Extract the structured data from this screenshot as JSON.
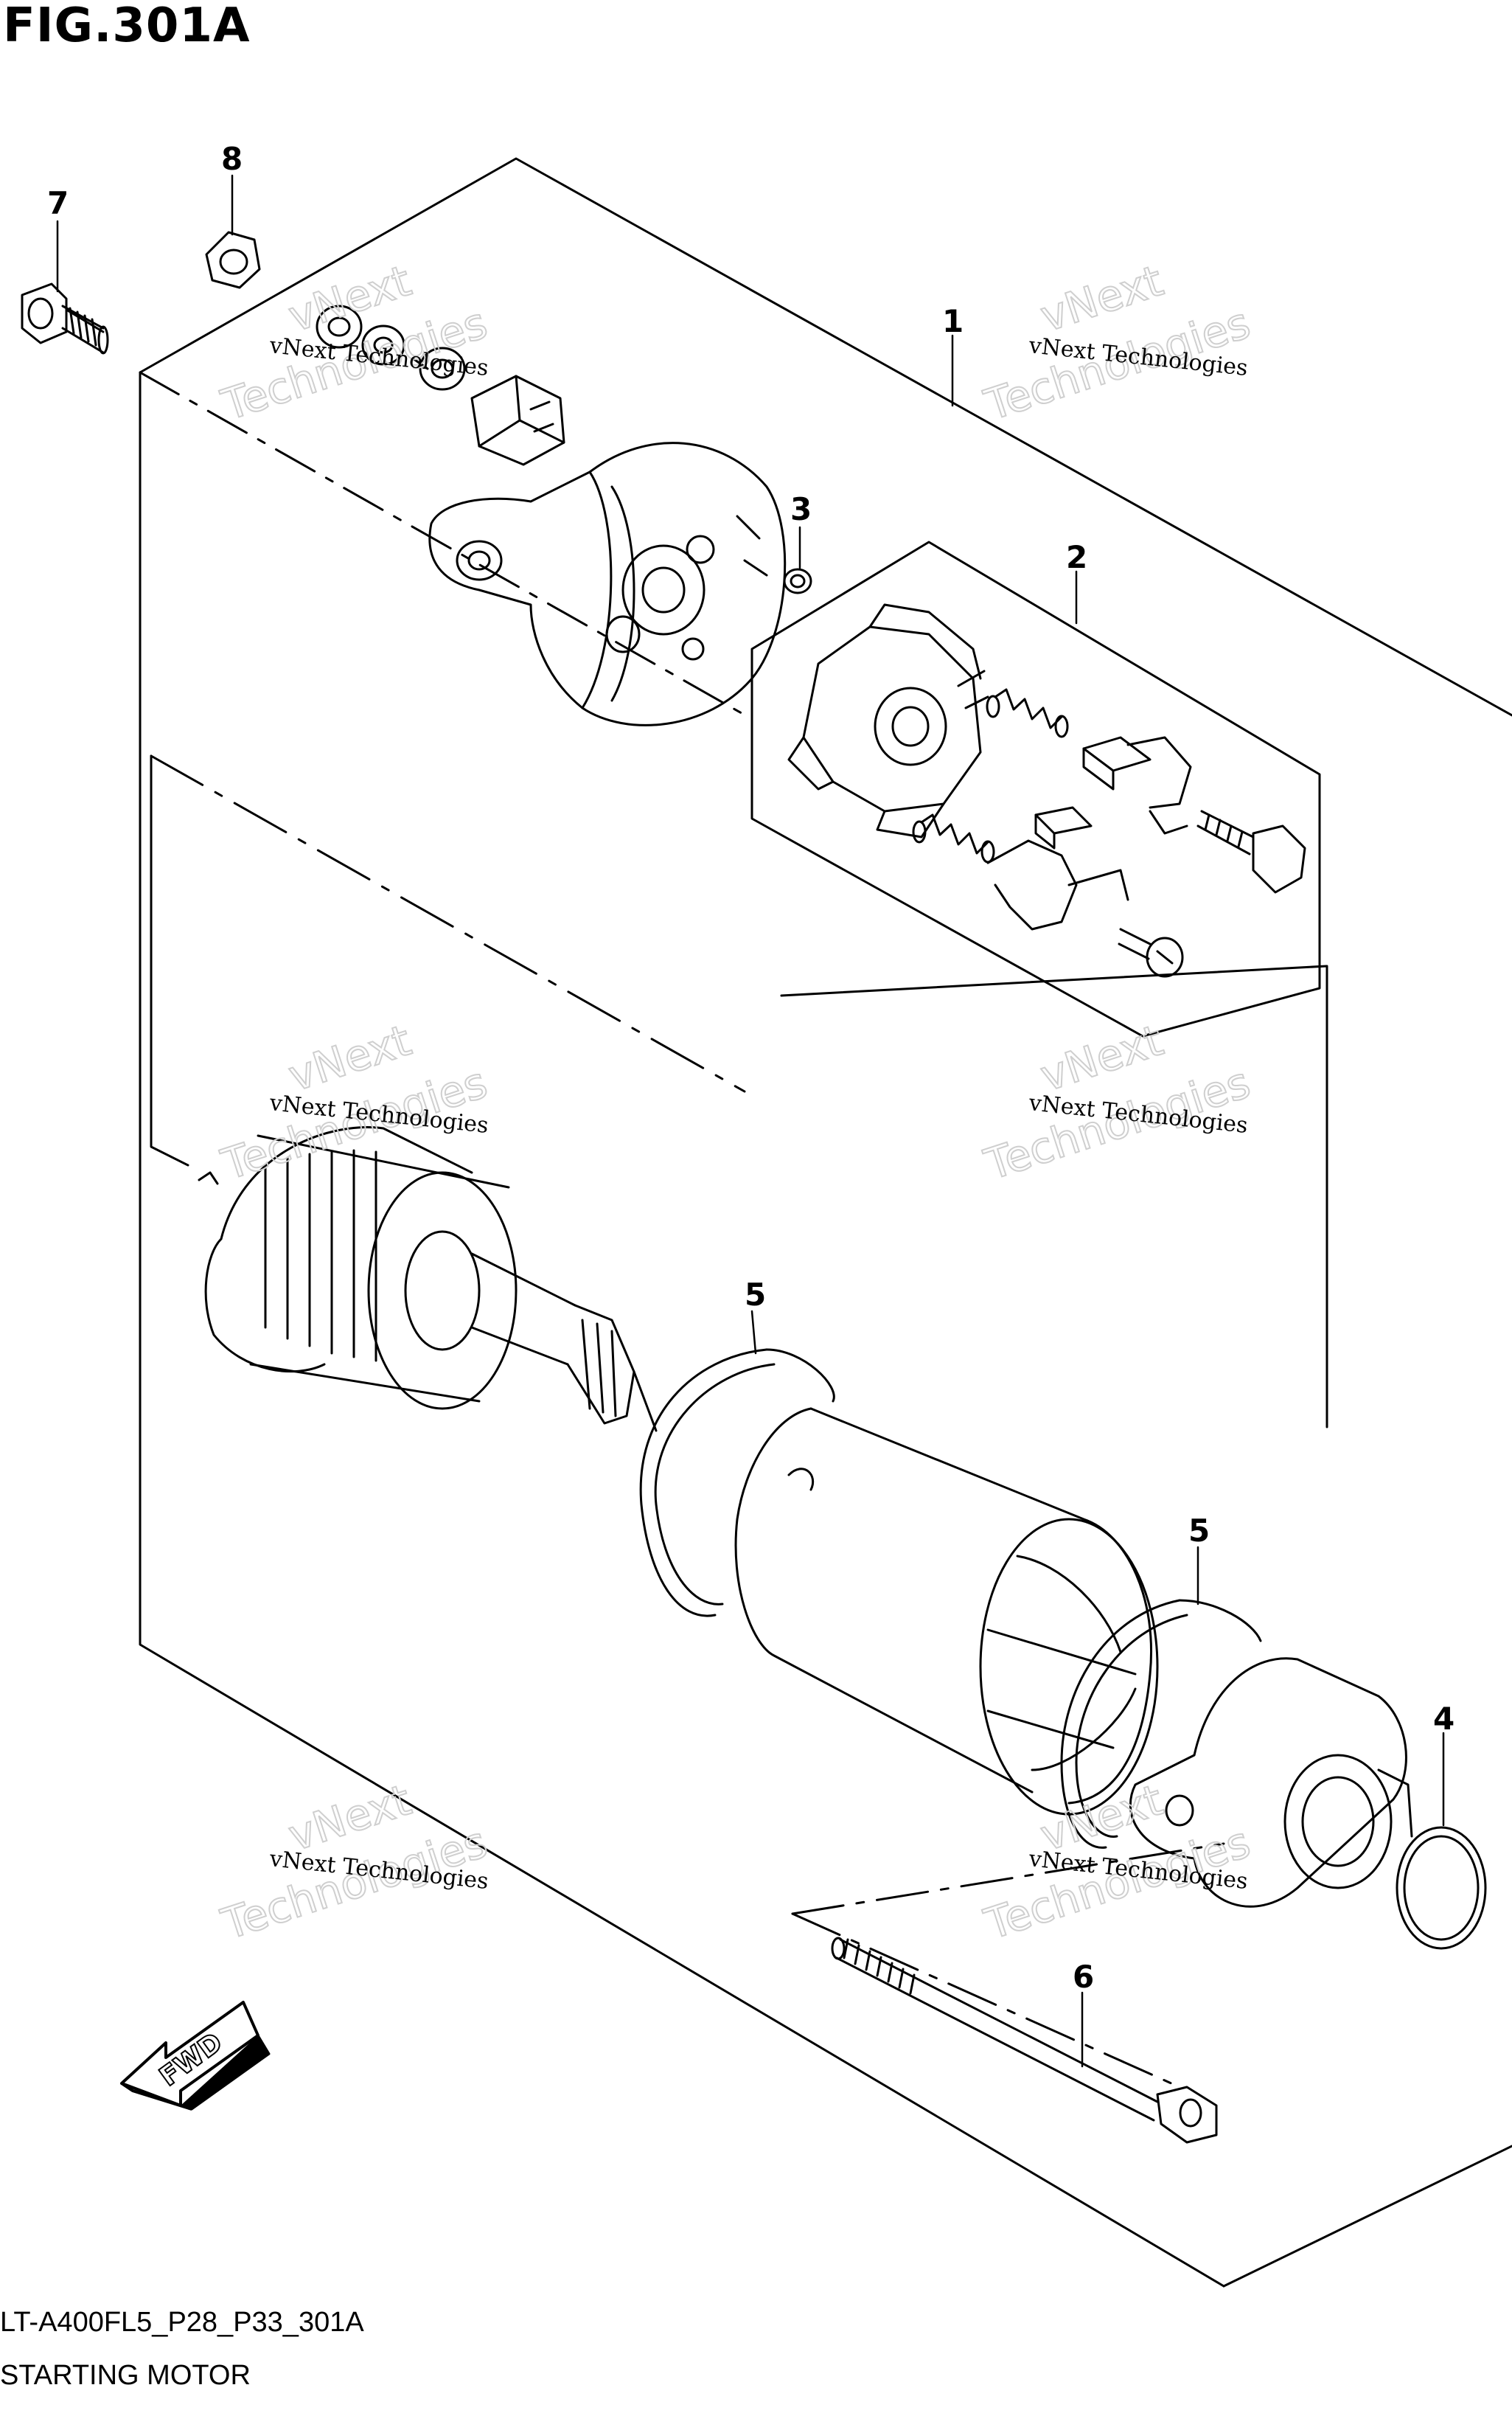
{
  "figure": {
    "title": "FIG.301A",
    "drawing_code": "LT-A400FL5_P28_P33_301A",
    "section_name": "STARTING MOTOR"
  },
  "callouts": {
    "c1": "1",
    "c2": "2",
    "c3": "3",
    "c4": "4",
    "c5a": "5",
    "c5b": "5",
    "c6": "6",
    "c7": "7",
    "c8": "8"
  },
  "watermark": {
    "line1": "vNext Technologies",
    "line2": "vNext",
    "line3": "Technologies"
  },
  "direction_indicator": {
    "label": "FWD"
  }
}
